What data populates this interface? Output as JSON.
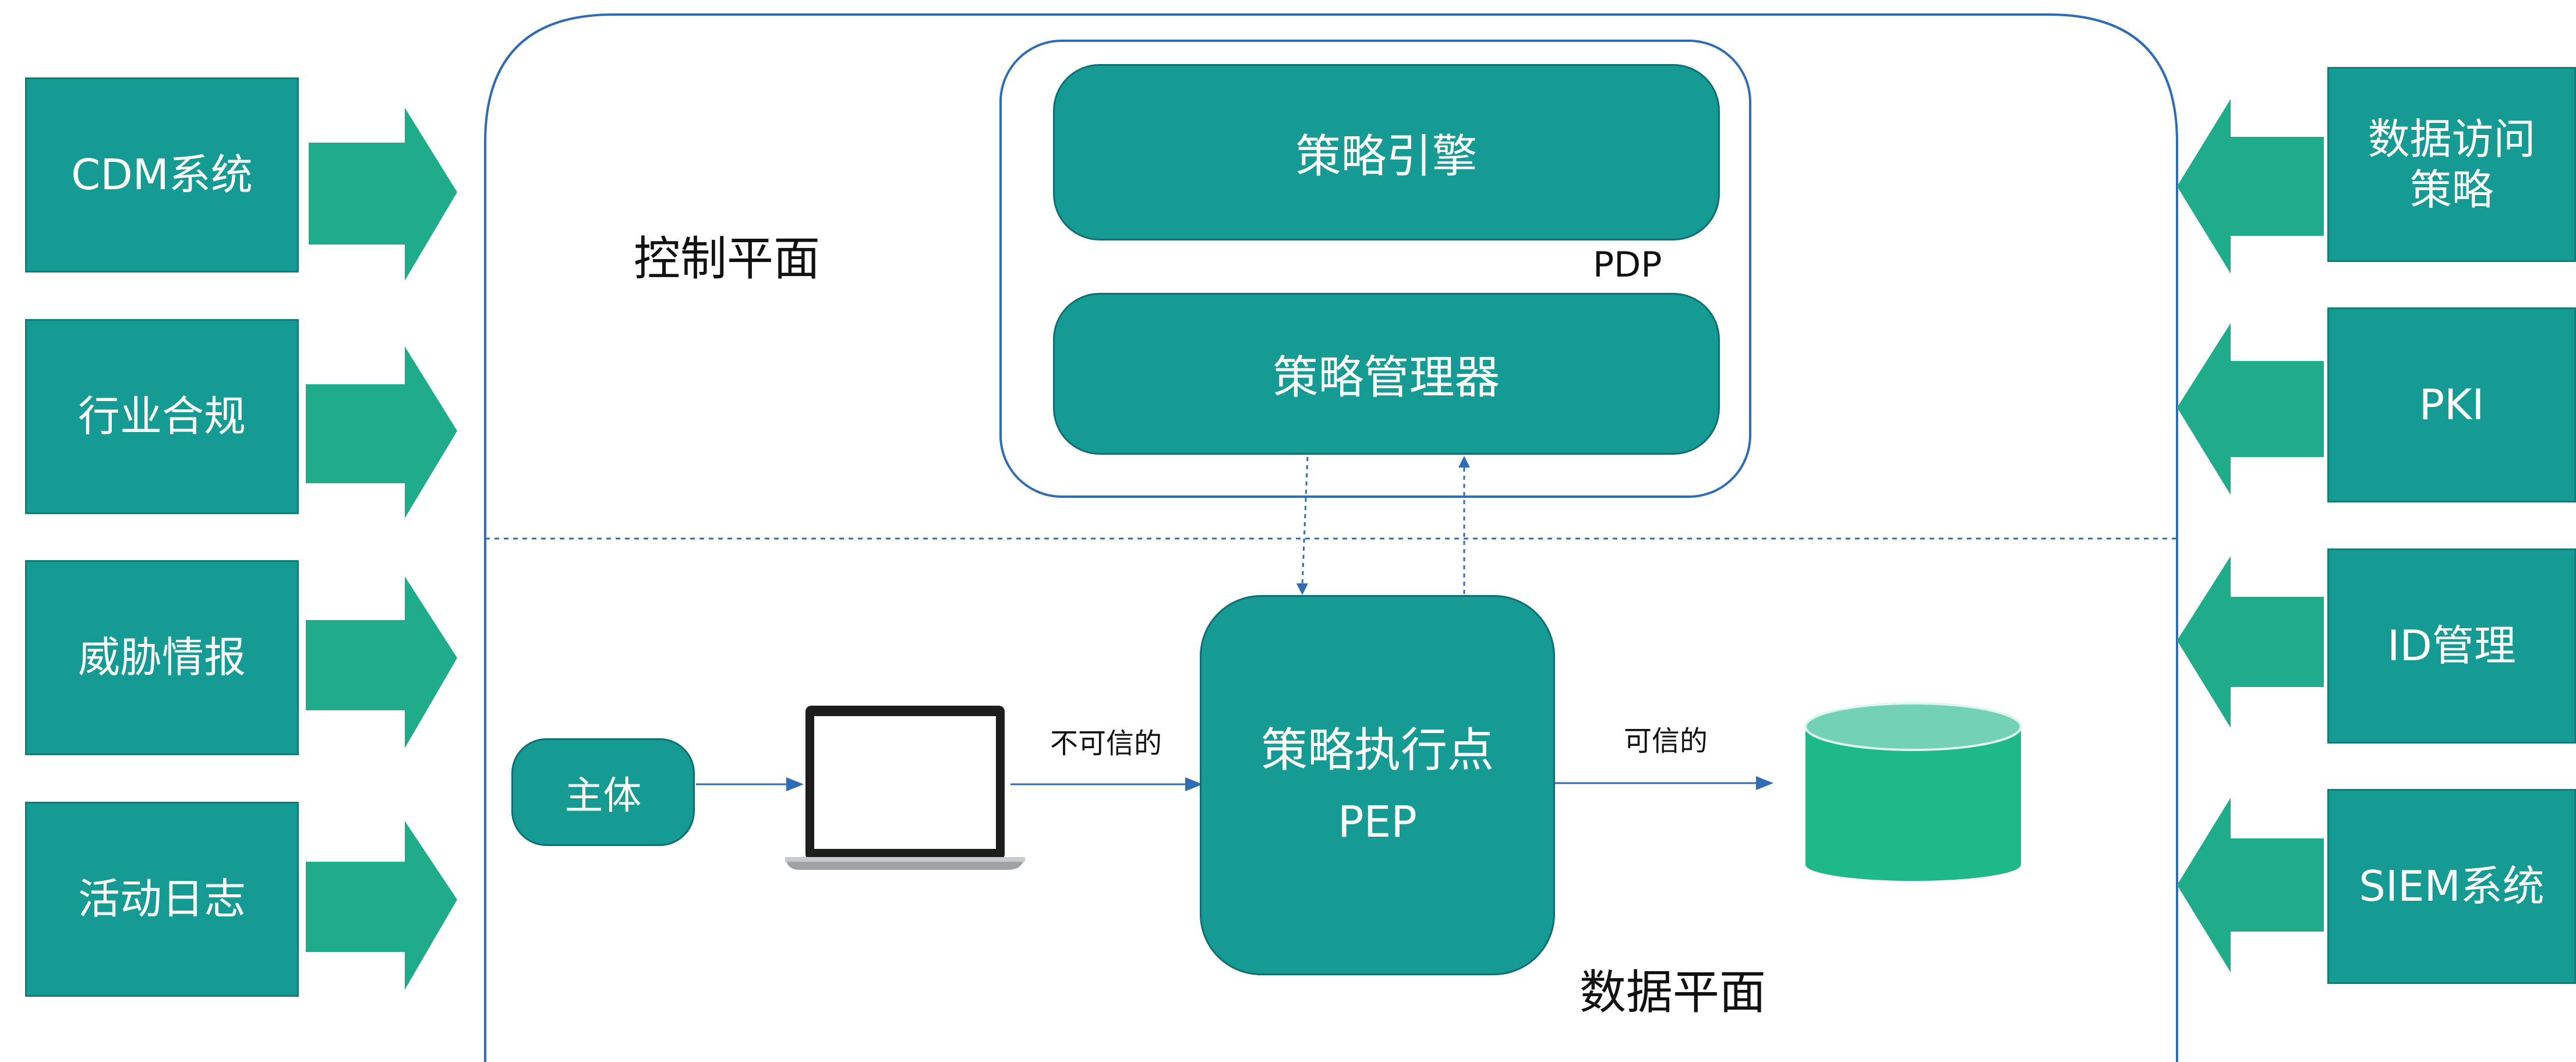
{
  "left_sources": [
    "CDM系统",
    "行业合规",
    "威胁情报",
    "活动日志"
  ],
  "right_sources": [
    "数据访问\n策略",
    "PKI",
    "ID管理",
    "SIEM系统"
  ],
  "control_plane": {
    "label": "控制平面"
  },
  "data_plane": {
    "label": "数据平面"
  },
  "pdp": {
    "label": "PDP",
    "policy_engine": "策略引擎",
    "policy_administrator": "策略管理器"
  },
  "pep": {
    "line1": "策略执行点",
    "line2": "PEP"
  },
  "subject": {
    "label": "主体"
  },
  "edges": {
    "untrusted": "不可信的",
    "trusted": "可信的"
  },
  "colors": {
    "box_fill": "#159a94",
    "arrow_fill": "#1fac8b",
    "outline": "#2e6cb5",
    "cylinder_body": "#1fb989",
    "cylinder_top": "#73d2b6"
  }
}
